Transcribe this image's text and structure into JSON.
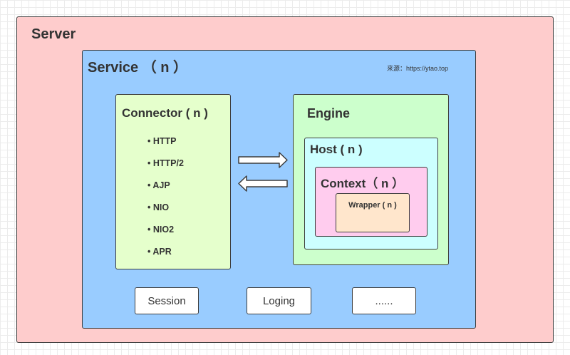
{
  "server": {
    "title": "Server"
  },
  "service": {
    "title": "Service （ n ）",
    "source": "来源：https://ytao.top"
  },
  "connector": {
    "title": "Connector ( n )",
    "protocols": [
      "HTTP",
      "HTTP/2",
      "AJP",
      "NIO",
      "NIO2",
      "APR"
    ]
  },
  "engine": {
    "title": "Engine",
    "host": {
      "title": "Host ( n )",
      "context": {
        "title": "Context（ n ）",
        "wrapper": {
          "title": "Wrapper ( n )"
        }
      }
    }
  },
  "components": {
    "session": "Session",
    "loging": "Loging",
    "more": "......"
  },
  "colors": {
    "server": "#fecccc",
    "service": "#99ccff",
    "connector": "#e5ffcc",
    "engine": "#ccffcc",
    "host": "#ccffff",
    "context": "#ffccee",
    "wrapper": "#ffe6cc",
    "border": "#3d3d3d"
  }
}
